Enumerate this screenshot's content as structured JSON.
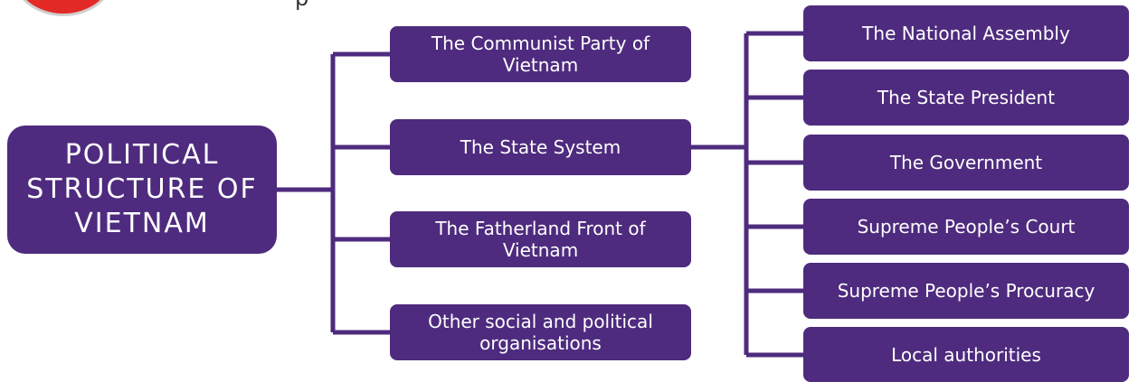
{
  "diagram": {
    "root": "POLITICAL STRUCTURE OF VIETNAM",
    "header_fragment": "p",
    "branches": [
      "The Communist Party of Vietnam",
      "The State System",
      "The Fatherland Front of Vietnam",
      "Other social and political organisations"
    ],
    "state_system_children": [
      "The National Assembly",
      "The State President",
      "The Government",
      "Supreme People’s Court",
      "Supreme People’s Procuracy",
      "Local authorities"
    ]
  },
  "colors": {
    "box_fill": "#4e2b7e",
    "connector": "#4e2b7e",
    "text": "#ffffff",
    "logo": "#e32a27"
  }
}
